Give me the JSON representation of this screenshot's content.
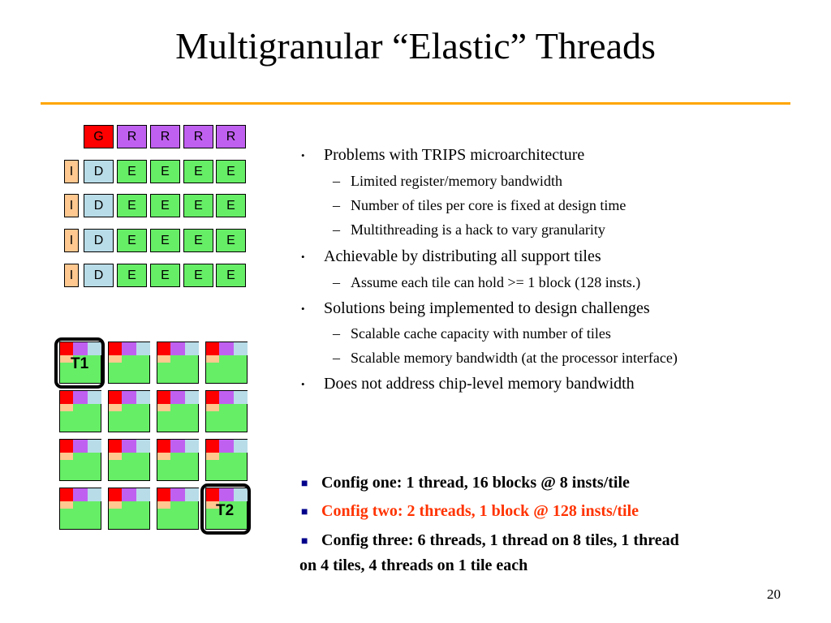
{
  "title": "Multigranular “Elastic” Threads",
  "page_number": "20",
  "colors": {
    "rule": "#ffa500",
    "highlight": "#ff3300"
  },
  "grid": {
    "header_row": [
      "G",
      "R",
      "R",
      "R",
      "R"
    ],
    "rows": [
      [
        "I",
        "D",
        "E",
        "E",
        "E",
        "E"
      ],
      [
        "I",
        "D",
        "E",
        "E",
        "E",
        "E"
      ],
      [
        "I",
        "D",
        "E",
        "E",
        "E",
        "E"
      ],
      [
        "I",
        "D",
        "E",
        "E",
        "E",
        "E"
      ]
    ]
  },
  "thread_labels": {
    "t1": "T1",
    "t2": "T2"
  },
  "bullets": [
    {
      "level": 1,
      "marker": "•",
      "text": "Problems with TRIPS microarchitecture"
    },
    {
      "level": 2,
      "marker": "–",
      "text": "Limited register/memory bandwidth"
    },
    {
      "level": 2,
      "marker": "–",
      "text": "Number of tiles per core is fixed at design time"
    },
    {
      "level": 2,
      "marker": "–",
      "text": "Multithreading is a hack to vary granularity"
    },
    {
      "level": 1,
      "marker": "•",
      "text": "Achievable by distributing all support tiles"
    },
    {
      "level": 2,
      "marker": "–",
      "text": "Assume each tile can hold >= 1 block (128 insts.)"
    },
    {
      "level": 1,
      "marker": "•",
      "text": "Solutions being implemented to design challenges"
    },
    {
      "level": 2,
      "marker": "–",
      "text": "Scalable cache capacity with number of tiles"
    },
    {
      "level": 2,
      "marker": "–",
      "text": "Scalable memory bandwidth (at the processor interface)"
    },
    {
      "level": 1,
      "marker": "•",
      "text": "Does not address chip-level memory bandwidth"
    }
  ],
  "configs": [
    {
      "marker": "■",
      "lines": [
        "Config one: 1 thread, 16 blocks @ 8 insts/tile"
      ]
    },
    {
      "marker": "■",
      "lines": [
        "Config two: 2 threads, 1 block @ 128 insts/tile"
      ]
    },
    {
      "marker": "■",
      "lines": [
        "Config three: 6 threads, 1 thread on 8 tiles, 1 thread",
        "on 4 tiles, 4 threads on 1 tile each"
      ]
    }
  ]
}
